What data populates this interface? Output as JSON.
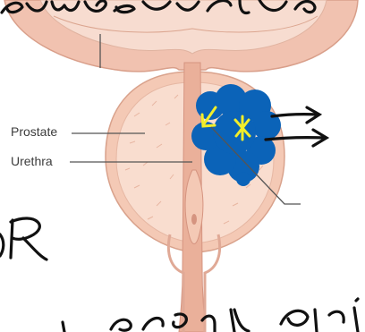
{
  "labels": {
    "prostate": "Prostate",
    "urethra": "Urethra"
  },
  "handwriting": {
    "top": "bladder urethral pain",
    "left": "R",
    "bottom": "local spread"
  },
  "colors": {
    "bladder": "#f1c2b0",
    "bladder_inner": "#f7dcd0",
    "prostate": "#f4c9b5",
    "prostate_inner": "#f9ddcf",
    "urethra": "#eab09a",
    "tumor": "#0b63b8",
    "annotation": "#f2ee2a",
    "ink": "#111111",
    "leader": "#555555"
  }
}
